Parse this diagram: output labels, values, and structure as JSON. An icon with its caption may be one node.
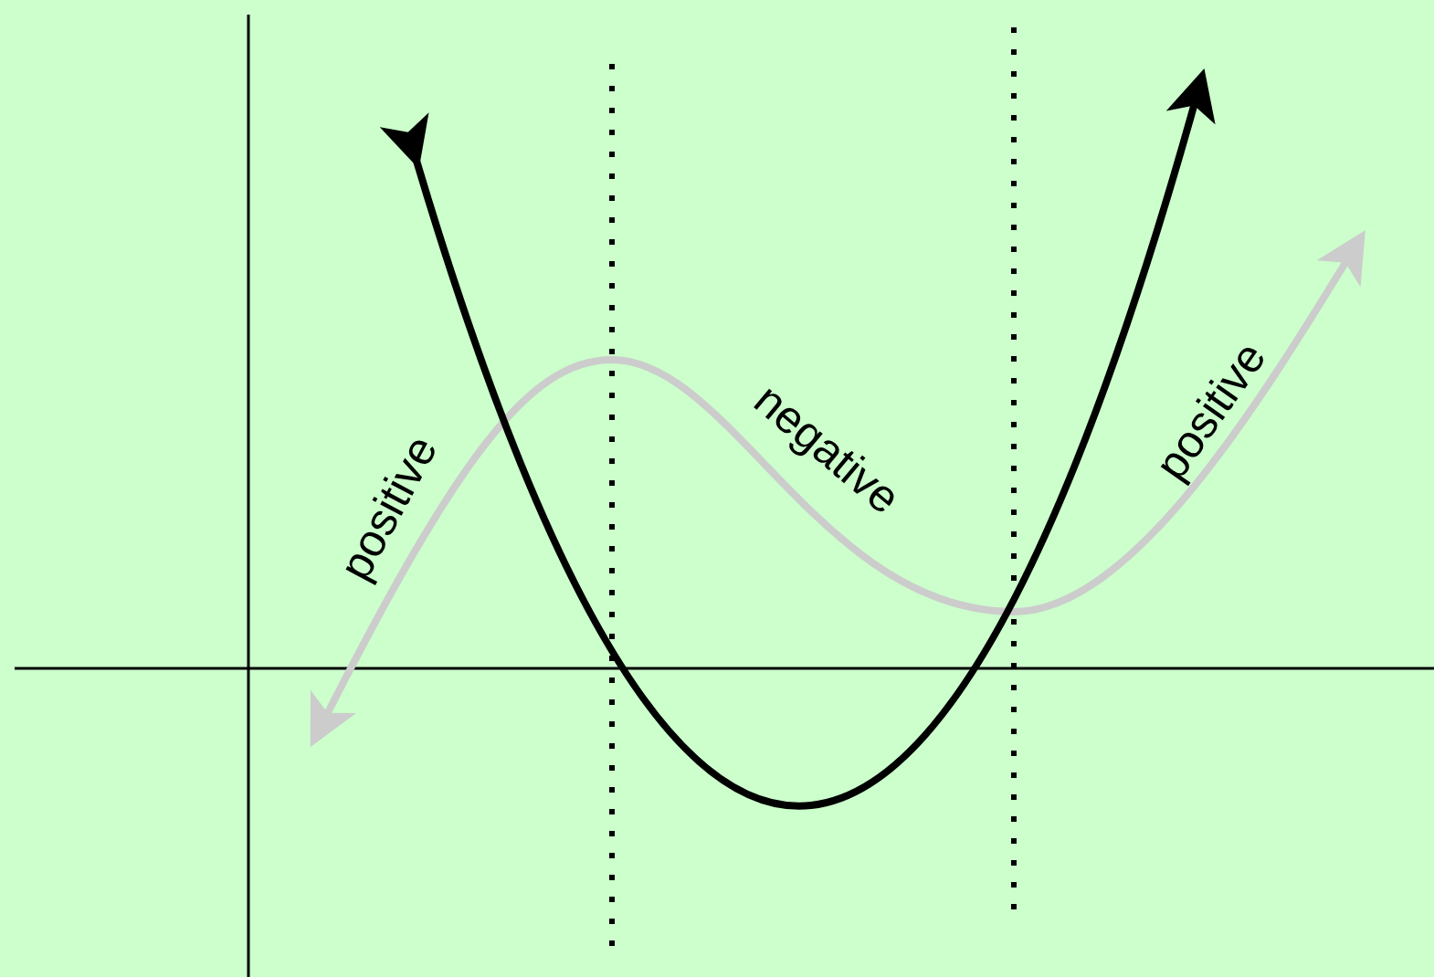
{
  "diagram": {
    "labels": [
      "positive",
      "negative",
      "positive"
    ]
  }
}
